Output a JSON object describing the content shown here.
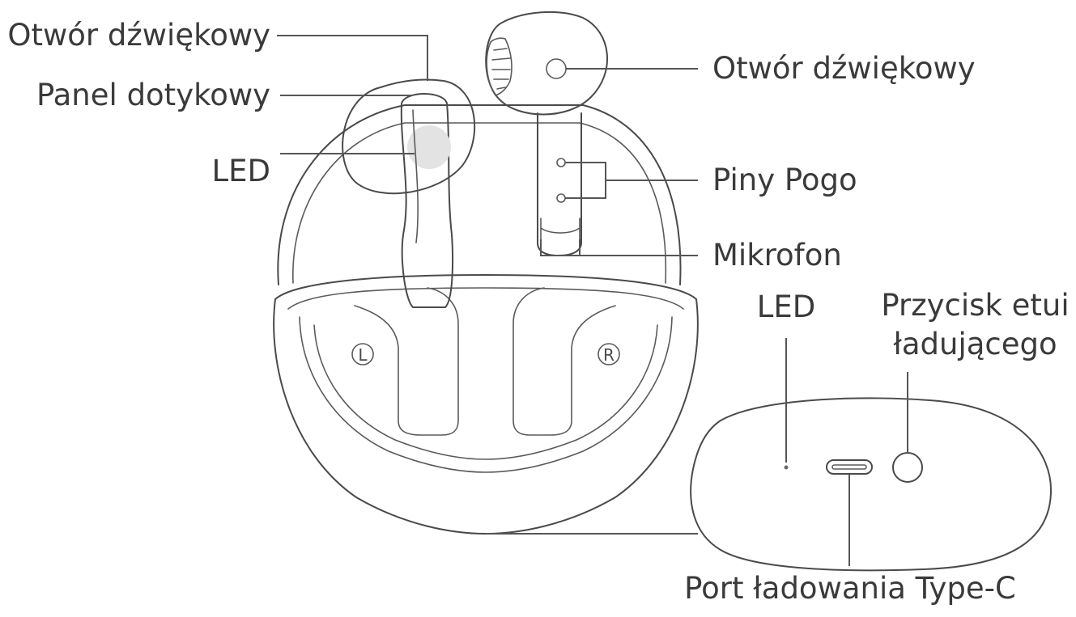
{
  "labels": {
    "sound_hole_left": "Otwór dźwiękowy",
    "touch_panel": "Panel dotykowy",
    "led_earbud": "LED",
    "sound_hole_right": "Otwór dźwiękowy",
    "pogo_pins": "Piny Pogo",
    "microphone": "Mikrofon",
    "led_case": "LED",
    "case_button_line1": "Przycisk etui",
    "case_button_line2": "ładującego",
    "usb_port": "Port ładowania Type-C"
  },
  "case_marks": {
    "left": "L",
    "right": "R"
  },
  "colors": {
    "line": "#4a4a4a",
    "text": "#3a3a3a",
    "led_highlight": "#e3e3e3"
  }
}
